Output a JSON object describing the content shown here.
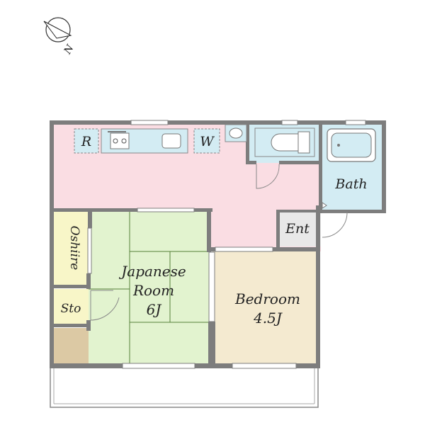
{
  "compass": {
    "label": "N",
    "icon": "compass-north-arrow-icon"
  },
  "rooms": {
    "fridge": {
      "label": "R"
    },
    "washer": {
      "label": "W"
    },
    "bath": {
      "label": "Bath"
    },
    "entrance": {
      "label": "Ent"
    },
    "oshiire": {
      "label": "Oshiire"
    },
    "storage": {
      "label": "Sto"
    },
    "japanese_room": {
      "line1": "Japanese",
      "line2": "Room",
      "line3": "6J"
    },
    "bedroom": {
      "line1": "Bedroom",
      "line2": "4.5J"
    }
  },
  "colors": {
    "wall": "#7d7d7d",
    "kitchen_floor": "#fadde3",
    "wet_area": "#d3ecf3",
    "tatami": "#e2f3cf",
    "wood_floor": "#f4ead0",
    "closet": "#f8f6c8",
    "entrance": "#e8e8e8",
    "floor_box": "#dcc9a4"
  }
}
